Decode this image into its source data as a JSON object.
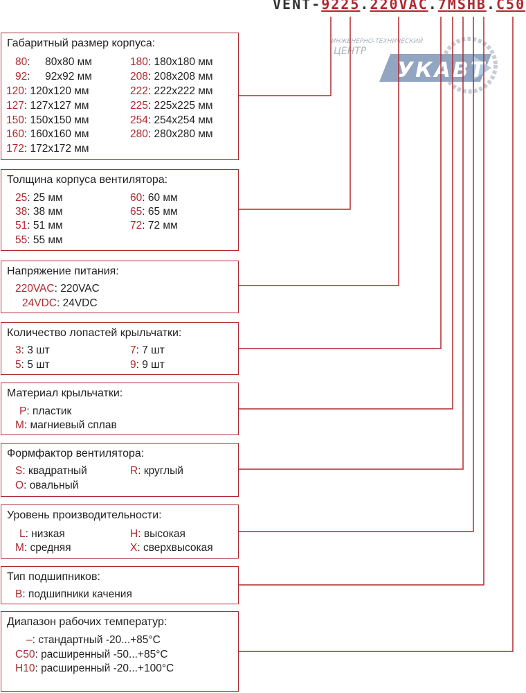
{
  "model_code": {
    "prefix": "VENT-",
    "segments": [
      "9225",
      "220VAC",
      "7",
      "M",
      "S",
      "H",
      "B",
      "C50"
    ]
  },
  "logo": {
    "line1": "ИНЖЕНЕРНО-ТЕХНИЧЕСКИЙ",
    "line2": "ЦЕНТР",
    "brand": "УКАВТ"
  },
  "sections": [
    {
      "title": "Габаритный размер корпуса:",
      "options": [
        {
          "key": "80",
          "value": "80x80 мм"
        },
        {
          "key": "92",
          "value": "92x92 мм"
        },
        {
          "key": "120",
          "value": "120x120 мм"
        },
        {
          "key": "127",
          "value": "127x127 мм"
        },
        {
          "key": "150",
          "value": "150x150 мм"
        },
        {
          "key": "160",
          "value": "160x160 мм"
        },
        {
          "key": "172",
          "value": "172x172 мм"
        },
        {
          "key": "180",
          "value": "180x180 мм"
        },
        {
          "key": "208",
          "value": "208x208 мм"
        },
        {
          "key": "222",
          "value": "222x222 мм"
        },
        {
          "key": "225",
          "value": "225x225 мм"
        },
        {
          "key": "254",
          "value": "254x254 мм"
        },
        {
          "key": "280",
          "value": "280x280 мм"
        }
      ]
    },
    {
      "title": "Толщина корпуса вентилятора:",
      "options": [
        {
          "key": "25",
          "value": "25 мм"
        },
        {
          "key": "38",
          "value": "38 мм"
        },
        {
          "key": "51",
          "value": "51 мм"
        },
        {
          "key": "55",
          "value": "55 мм"
        },
        {
          "key": "60",
          "value": "60 мм"
        },
        {
          "key": "65",
          "value": "65 мм"
        },
        {
          "key": "72",
          "value": "72 мм"
        }
      ]
    },
    {
      "title": "Напряжение питания:",
      "options": [
        {
          "key": "220VAC",
          "value": "220VAC"
        },
        {
          "key": "24VDC",
          "value": "24VDC"
        }
      ]
    },
    {
      "title": "Количество лопастей крыльчатки:",
      "options": [
        {
          "key": "3",
          "value": "3 шт"
        },
        {
          "key": "5",
          "value": "5 шт"
        },
        {
          "key": "7",
          "value": "7 шт"
        },
        {
          "key": "9",
          "value": "9 шт"
        }
      ]
    },
    {
      "title": "Материал крыльчатки:",
      "options": [
        {
          "key": "P",
          "value": "пластик"
        },
        {
          "key": "M",
          "value": "магниевый сплав"
        }
      ]
    },
    {
      "title": "Формфактор вентилятора:",
      "options": [
        {
          "key": "S",
          "value": "квадратный"
        },
        {
          "key": "O",
          "value": "овальный"
        },
        {
          "key": "R",
          "value": "круглый"
        }
      ]
    },
    {
      "title": "Уровень производительности:",
      "options": [
        {
          "key": "L",
          "value": "низкая"
        },
        {
          "key": "M",
          "value": "средняя"
        },
        {
          "key": "H",
          "value": "высокая"
        },
        {
          "key": "X",
          "value": "сверхвысокая"
        }
      ]
    },
    {
      "title": "Тип подшипников:",
      "options": [
        {
          "key": "B",
          "value": "подшипники качения"
        }
      ]
    },
    {
      "title": "Диапазон рабочих температур:",
      "options": [
        {
          "key": "–",
          "value": "стандартный -20...+85°C"
        },
        {
          "key": "C50",
          "value": "расширенный -50...+85°C"
        },
        {
          "key": "H10",
          "value": "расширенный -20...+100°C"
        }
      ]
    }
  ],
  "colors": {
    "accent": "#b0282f",
    "text": "#222222",
    "logo_blue": "#3a5d8f"
  }
}
